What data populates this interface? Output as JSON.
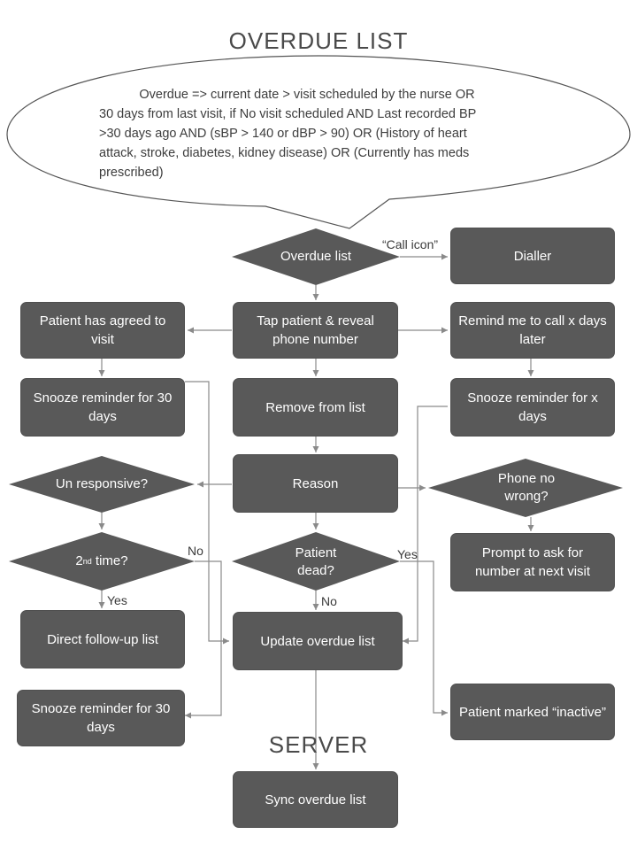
{
  "title": "OVERDUE LIST",
  "definition": {
    "lines": [
      "Overdue => current date > visit scheduled by the nurse OR",
      "30 days from last visit, if  No visit scheduled AND Last recorded BP",
      ">30 days ago AND (sBP > 140 or dBP > 90) OR (History of heart",
      "attack, stroke, diabetes, kidney disease) OR (Currently has meds",
      "prescribed)"
    ]
  },
  "nodes": {
    "overdue_list": "Overdue list",
    "dialler": "Dialler",
    "tap_patient": "Tap patient & reveal phone number",
    "patient_agreed": "Patient has agreed to visit",
    "remind_me": "Remind me to call x days later",
    "snooze_30_top": "Snooze reminder for 30 days",
    "remove_from_list": "Remove from list",
    "snooze_x": "Snooze reminder for x days",
    "reason": "Reason",
    "unresponsive": "Un responsive?",
    "phone_wrong": "Phone no wrong?",
    "second_time_base": "2",
    "second_time_sup": "nd",
    "second_time_rest": " time?",
    "patient_dead": "Patient dead?",
    "prompt_number": "Prompt to ask for number at next visit",
    "direct_followup": "Direct follow-up list",
    "update_overdue": "Update overdue list",
    "snooze_30_bottom": "Snooze reminder for 30 days",
    "patient_inactive": "Patient marked “inactive”",
    "sync_overdue": "Sync overdue list"
  },
  "edge_labels": {
    "call_icon": "“Call icon”",
    "no_second_time": "No",
    "yes_second_time": "Yes",
    "yes_dead": "Yes",
    "no_dead": "No"
  },
  "server_heading": "SERVER",
  "colors": {
    "node_fill": "#595959",
    "node_text": "#ffffff",
    "line": "#8a8a8a",
    "heading": "#4a4a4a",
    "bubble_border": "#555555"
  }
}
